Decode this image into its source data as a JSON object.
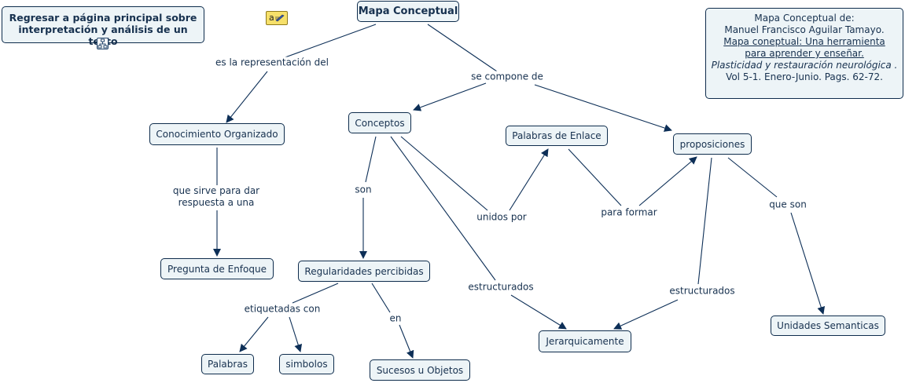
{
  "colors": {
    "node_fill": "#edf4f7",
    "node_border": "#0e2c4c",
    "text": "#17314f",
    "link": "#0d2f57"
  },
  "icons": {
    "resource": "concept-map-icon",
    "note": "annotation-note-icon"
  },
  "back_link": {
    "line1": "Regresar a página principal sobre",
    "line2": "interpretación y análisis de un texto"
  },
  "info": {
    "line1": "Mapa Conceptual de:",
    "line2": "Manuel Francisco Aguilar Tamayo.",
    "line3": "Mapa coneptual: Una herramienta",
    "line4": "para aprender y enseñar.",
    "line5": "Plasticidad y restauración neurológica .",
    "line6": "Vol 5-1. Enero-Junio. Pags. 62-72."
  },
  "concepts": {
    "mapa": "Mapa Conceptual",
    "conocimiento": "Conocimiento Organizado",
    "pregunta": "Pregunta de Enfoque",
    "conceptos": "Conceptos",
    "regularidades": "Regularidades percibidas",
    "palabras": "Palabras",
    "simbolos": "simbolos",
    "sucesos": "Sucesos u Objetos",
    "palabras_enlace": "Palabras de Enlace",
    "proposiciones": "proposiciones",
    "jerarquicamente": "Jerarquicamente",
    "unidades": "Unidades Semanticas"
  },
  "linking_phrases": {
    "es_representacion": "es la representación del",
    "se_compone": "se compone de",
    "que_sirve_1": "que sirve para dar",
    "que_sirve_2": "respuesta a una",
    "son": "son",
    "unidos_por": "unidos por",
    "para_formar": "para formar",
    "que_son": "que son",
    "etiquetadas": "etiquetadas con",
    "en": "en",
    "estructurados_1": "estructurados",
    "estructurados_2": "estructurados"
  }
}
